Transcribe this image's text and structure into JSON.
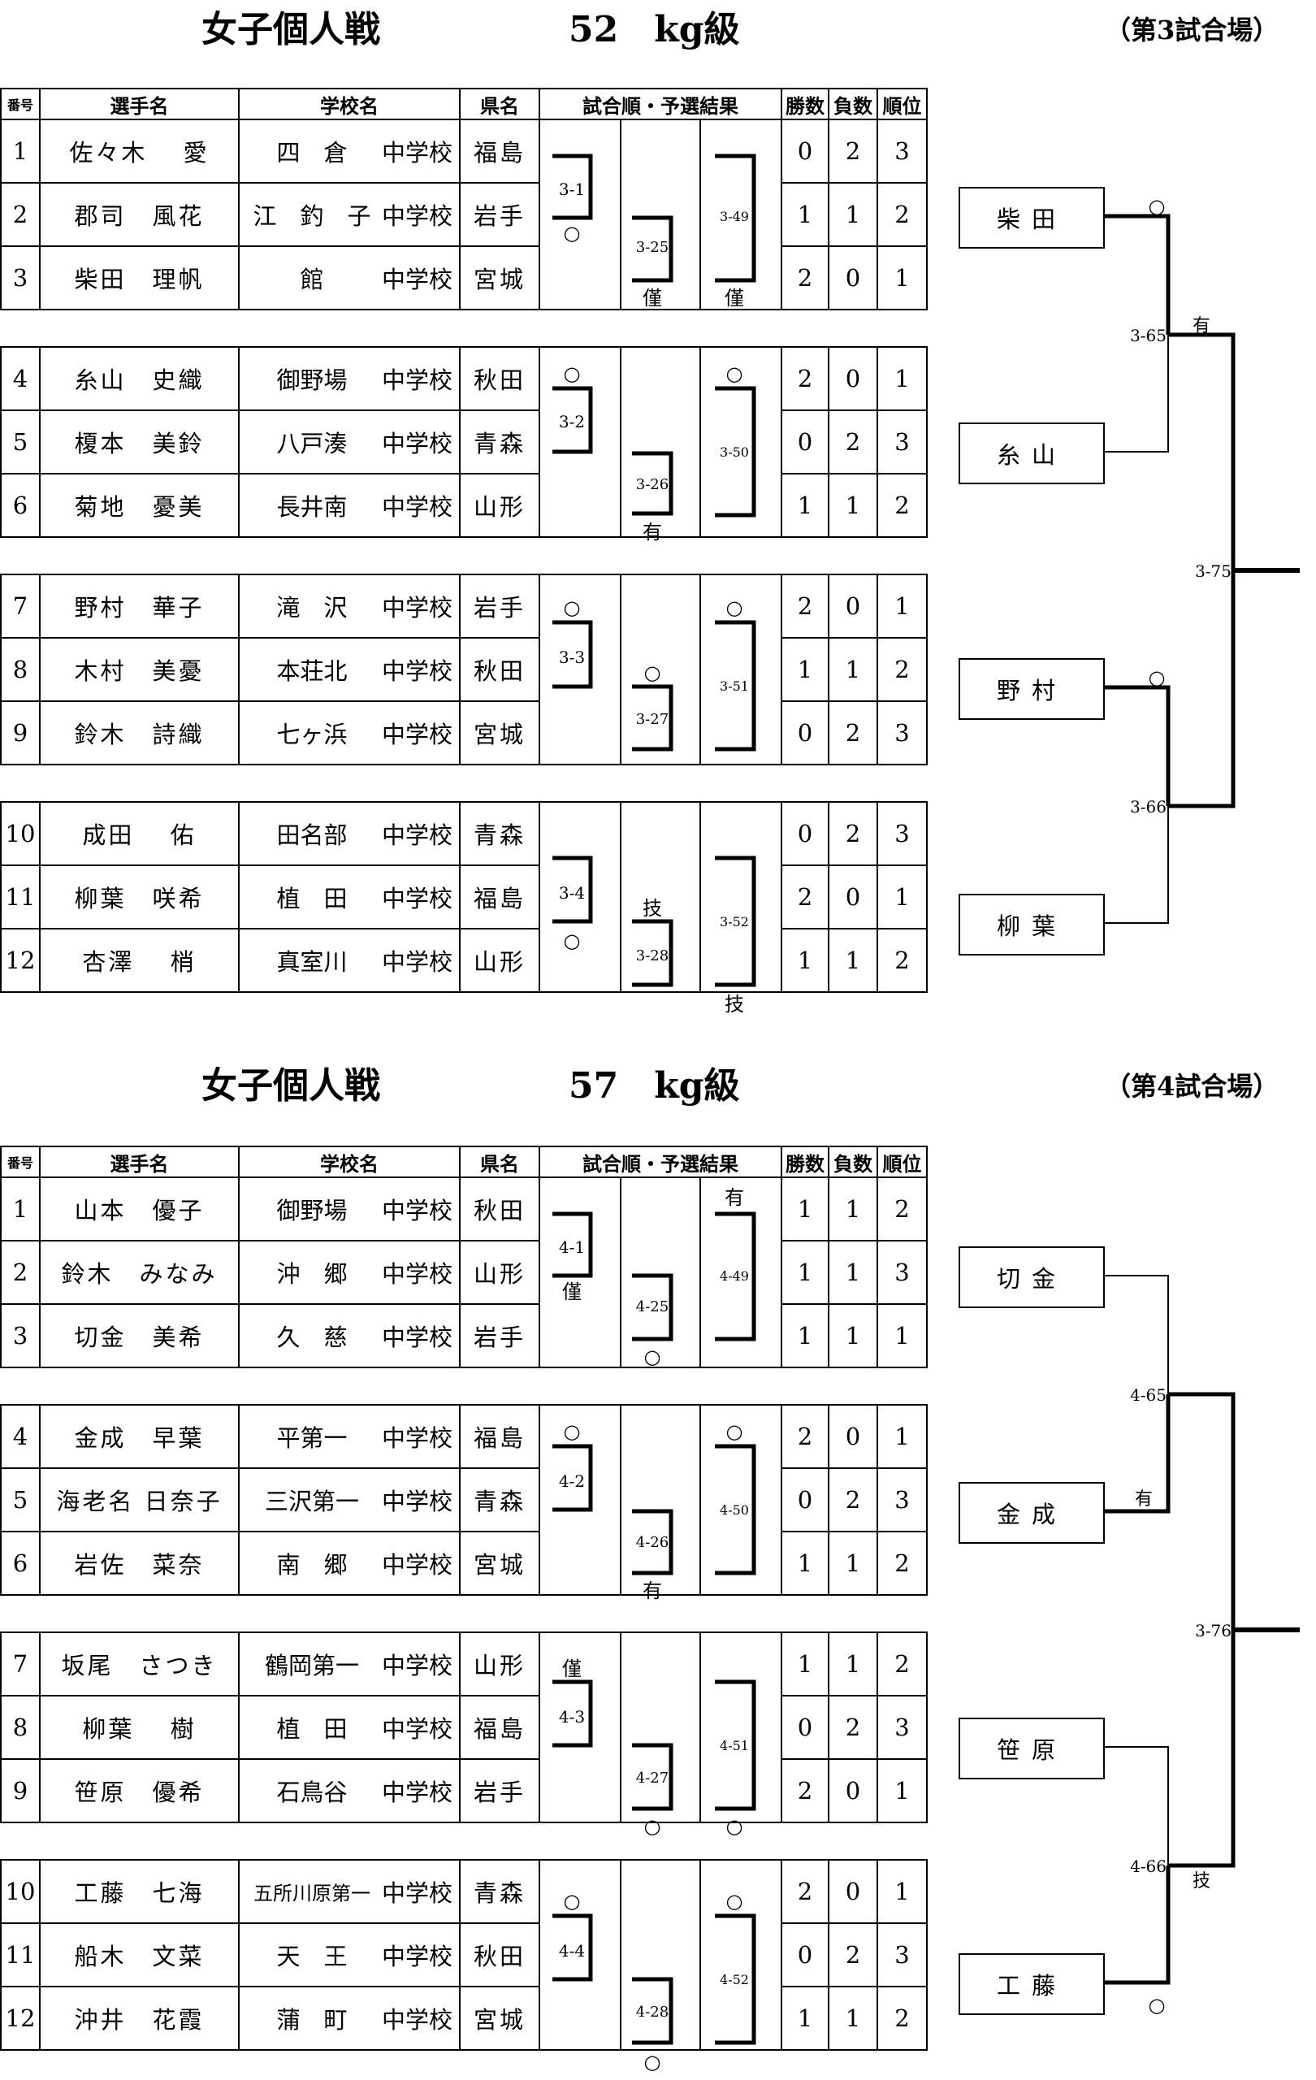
{
  "headers": {
    "no": "番号",
    "name": "選手名",
    "school": "学校名",
    "pref": "県名",
    "result": "試合順・予選結果",
    "wins": "勝数",
    "losses": "負数",
    "rank": "順位"
  },
  "sections": [
    {
      "title": "女子個人戦",
      "weight": "52　kg級",
      "venue": "（第3試合場）",
      "groups": [
        {
          "players": [
            {
              "no": "1",
              "name": "佐々木　 愛",
              "school": "四　倉",
              "suffix": "中学校",
              "pref": "福島",
              "wins": "0",
              "losses": "2",
              "rank": "3"
            },
            {
              "no": "2",
              "name": "郡司　風花",
              "school": "江　釣　子",
              "suffix": "中学校",
              "pref": "岩手",
              "wins": "1",
              "losses": "1",
              "rank": "2"
            },
            {
              "no": "3",
              "name": "柴田　理帆",
              "school": "館",
              "suffix": "中学校",
              "pref": "宮城",
              "wins": "2",
              "losses": "0",
              "rank": "1"
            }
          ],
          "m1": "3-1",
          "m1r": "○",
          "m2": "3-25",
          "m2r": "僅",
          "m3": "3-49",
          "m3r": "僅"
        },
        {
          "players": [
            {
              "no": "4",
              "name": "糸山　史織",
              "school": "御野場",
              "suffix": "中学校",
              "pref": "秋田",
              "wins": "2",
              "losses": "0",
              "rank": "1"
            },
            {
              "no": "5",
              "name": "榎本　美鈴",
              "school": "八戸湊",
              "suffix": "中学校",
              "pref": "青森",
              "wins": "0",
              "losses": "2",
              "rank": "3"
            },
            {
              "no": "6",
              "name": "菊地　憂美",
              "school": "長井南",
              "suffix": "中学校",
              "pref": "山形",
              "wins": "1",
              "losses": "1",
              "rank": "2"
            }
          ],
          "m1": "3-2",
          "m1r": "○",
          "m2": "3-26",
          "m2r": "有",
          "m3": "3-50",
          "m3r": "○"
        },
        {
          "players": [
            {
              "no": "7",
              "name": "野村　華子",
              "school": "滝　沢",
              "suffix": "中学校",
              "pref": "岩手",
              "wins": "2",
              "losses": "0",
              "rank": "1"
            },
            {
              "no": "8",
              "name": "木村　美憂",
              "school": "本荘北",
              "suffix": "中学校",
              "pref": "秋田",
              "wins": "1",
              "losses": "1",
              "rank": "2"
            },
            {
              "no": "9",
              "name": "鈴木　詩織",
              "school": "七ヶ浜",
              "suffix": "中学校",
              "pref": "宮城",
              "wins": "0",
              "losses": "2",
              "rank": "3"
            }
          ],
          "m1": "3-3",
          "m1r": "○",
          "m2": "3-27",
          "m2r": "○",
          "m3": "3-51",
          "m3r": "○"
        },
        {
          "players": [
            {
              "no": "10",
              "name": "成田　 佑",
              "school": "田名部",
              "suffix": "中学校",
              "pref": "青森",
              "wins": "0",
              "losses": "2",
              "rank": "3"
            },
            {
              "no": "11",
              "name": "柳葉　咲希",
              "school": "植　田",
              "suffix": "中学校",
              "pref": "福島",
              "wins": "2",
              "losses": "0",
              "rank": "1"
            },
            {
              "no": "12",
              "name": "杏澤　 梢",
              "school": "真室川",
              "suffix": "中学校",
              "pref": "山形",
              "wins": "1",
              "losses": "1",
              "rank": "2"
            }
          ],
          "m1": "3-4",
          "m1r": "○",
          "m2": "3-28",
          "m2r": "技",
          "m3": "3-52",
          "m3r": "技"
        }
      ],
      "finalists": [
        "柴田",
        "糸山",
        "野村",
        "柳葉"
      ],
      "semi": [
        {
          "label": "3-65",
          "r1": "○",
          "r2": "有"
        },
        {
          "label": "3-66",
          "r1": "○"
        }
      ],
      "final": "3-75"
    },
    {
      "title": "女子個人戦",
      "weight": "57　kg級",
      "venue": "（第4試合場）",
      "groups": [
        {
          "players": [
            {
              "no": "1",
              "name": "山本　優子",
              "school": "御野場",
              "suffix": "中学校",
              "pref": "秋田",
              "wins": "1",
              "losses": "1",
              "rank": "2"
            },
            {
              "no": "2",
              "name": "鈴木　みなみ",
              "school": "沖　郷",
              "suffix": "中学校",
              "pref": "山形",
              "wins": "1",
              "losses": "1",
              "rank": "3"
            },
            {
              "no": "3",
              "name": "切金　美希",
              "school": "久　慈",
              "suffix": "中学校",
              "pref": "岩手",
              "wins": "1",
              "losses": "1",
              "rank": "1"
            }
          ],
          "m1": "4-1",
          "m1r": "僅",
          "m2": "4-25",
          "m2r": "○",
          "m3": "4-49",
          "m3r": "有"
        },
        {
          "players": [
            {
              "no": "4",
              "name": "金成　早葉",
              "school": "平第一",
              "suffix": "中学校",
              "pref": "福島",
              "wins": "2",
              "losses": "0",
              "rank": "1"
            },
            {
              "no": "5",
              "name": "海老名 日奈子",
              "school": "三沢第一",
              "suffix": "中学校",
              "pref": "青森",
              "wins": "0",
              "losses": "2",
              "rank": "3"
            },
            {
              "no": "6",
              "name": "岩佐　菜奈",
              "school": "南　郷",
              "suffix": "中学校",
              "pref": "宮城",
              "wins": "1",
              "losses": "1",
              "rank": "2"
            }
          ],
          "m1": "4-2",
          "m1r": "○",
          "m2": "4-26",
          "m2r": "有",
          "m3": "4-50",
          "m3r": "○"
        },
        {
          "players": [
            {
              "no": "7",
              "name": "坂尾　さつき",
              "school": "鶴岡第一",
              "suffix": "中学校",
              "pref": "山形",
              "wins": "1",
              "losses": "1",
              "rank": "2"
            },
            {
              "no": "8",
              "name": "柳葉　 樹",
              "school": "植　田",
              "suffix": "中学校",
              "pref": "福島",
              "wins": "0",
              "losses": "2",
              "rank": "3"
            },
            {
              "no": "9",
              "name": "笹原　優希",
              "school": "石鳥谷",
              "suffix": "中学校",
              "pref": "岩手",
              "wins": "2",
              "losses": "0",
              "rank": "1"
            }
          ],
          "m1": "4-3",
          "m1r": "僅",
          "m2": "4-27",
          "m2r": "○",
          "m3": "4-51",
          "m3r": "○"
        },
        {
          "players": [
            {
              "no": "10",
              "name": "工藤　七海",
              "school": "五所川原第一",
              "suffix": "中学校",
              "pref": "青森",
              "wins": "2",
              "losses": "0",
              "rank": "1"
            },
            {
              "no": "11",
              "name": "船木　文菜",
              "school": "天　王",
              "suffix": "中学校",
              "pref": "秋田",
              "wins": "0",
              "losses": "2",
              "rank": "3"
            },
            {
              "no": "12",
              "name": "沖井　花霞",
              "school": "蒲　町",
              "suffix": "中学校",
              "pref": "宮城",
              "wins": "1",
              "losses": "1",
              "rank": "2"
            }
          ],
          "m1": "4-4",
          "m1r": "○",
          "m2": "4-28",
          "m2r": "○",
          "m3": "4-52",
          "m3r": "○"
        }
      ],
      "finalists": [
        "切金",
        "金成",
        "笹原",
        "工藤"
      ],
      "semi": [
        {
          "label": "4-65",
          "r2": "有"
        },
        {
          "label": "4-66",
          "r1": "技",
          "r2": "○"
        }
      ],
      "final": "3-76"
    }
  ]
}
